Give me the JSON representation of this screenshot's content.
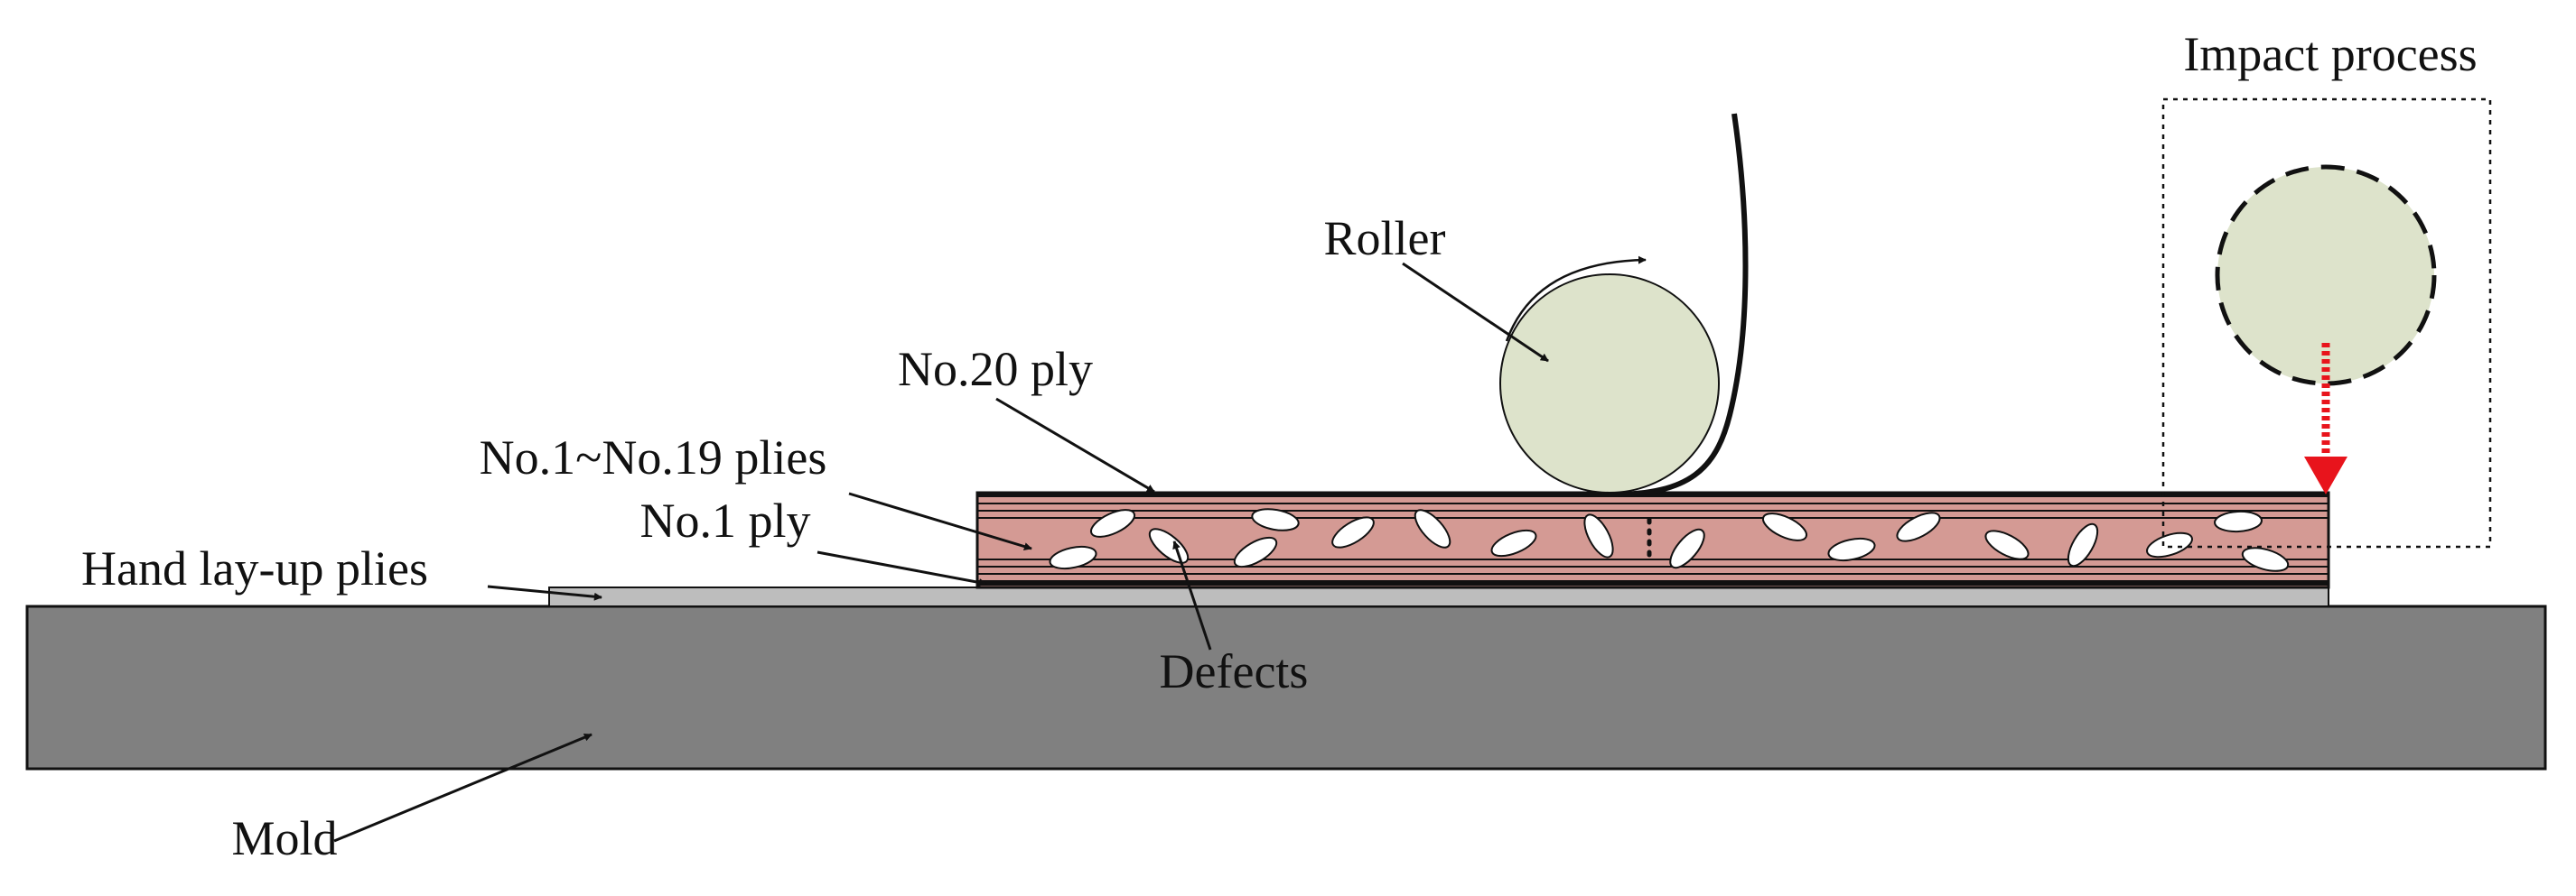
{
  "labels": {
    "impact_process": "Impact process",
    "roller": "Roller",
    "no20_ply": "No.20 ply",
    "no1_no19_plies": "No.1~No.19 plies",
    "no1_ply": "No.1 ply",
    "hand_layup_plies": "Hand lay-up plies",
    "defects": "Defects",
    "mold": "Mold"
  },
  "colors": {
    "mold": "#808080",
    "hand_layup": "#bdbdbd",
    "laminate": "#d49a94",
    "roller": "#dde3cb",
    "defect": "#ffffff",
    "impact_arrow": "#e8141c",
    "outline": "#111111"
  },
  "icons": {
    "rotation": "curved-rotation-arrow-icon",
    "impact": "downward-impact-arrow-icon"
  }
}
